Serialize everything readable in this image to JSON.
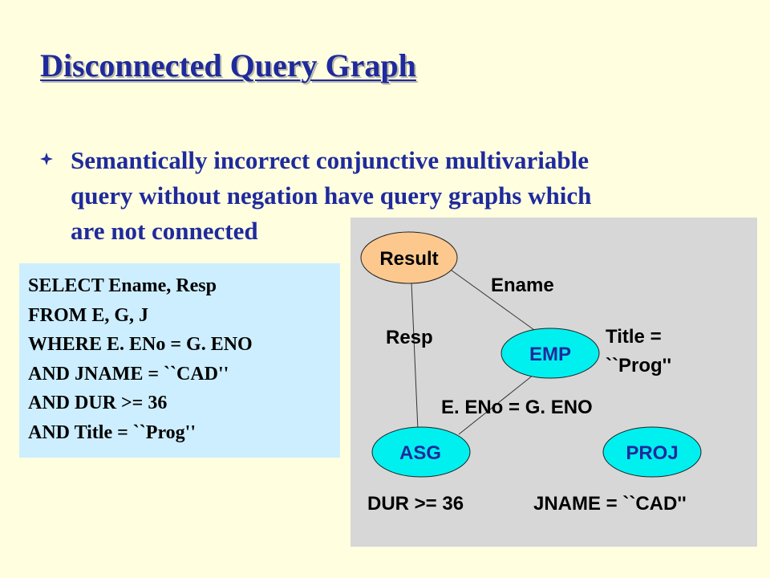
{
  "slide": {
    "title": "Disconnected Query Graph",
    "bullet_icon": "diamond-bullet-icon",
    "bullet_lines": [
      "Semantically incorrect conjunctive multivariable",
      "query without negation have query graphs which",
      "are not connected"
    ]
  },
  "sql": {
    "lines": [
      "SELECT Ename, Resp",
      "FROM E, G, J",
      "WHERE E. ENo = G. ENO",
      "AND JNAME = ``CAD''",
      "AND DUR >= 36",
      "AND Title = ``Prog''"
    ]
  },
  "graph": {
    "nodes": {
      "result": {
        "label": "Result",
        "fill": "#fcc88e"
      },
      "emp": {
        "label": "EMP",
        "fill": "#00f0f0"
      },
      "asg": {
        "label": "ASG",
        "fill": "#00f0f0"
      },
      "proj": {
        "label": "PROJ",
        "fill": "#00f0f0"
      }
    },
    "edges": {
      "result_emp": "Ename",
      "result_asg": "Resp",
      "asg_emp": "E. ENo = G. ENO"
    },
    "annotations": {
      "emp_title_line1": "Title =",
      "emp_title_line2": "``Prog''",
      "asg_dur": "DUR >= 36",
      "proj_jname": "JNAME = ``CAD''"
    }
  },
  "colors": {
    "background": "#ffffe0",
    "title": "#1f2a9c",
    "sql_box": "#cceeff",
    "graph_panel": "#d7d7d7"
  }
}
